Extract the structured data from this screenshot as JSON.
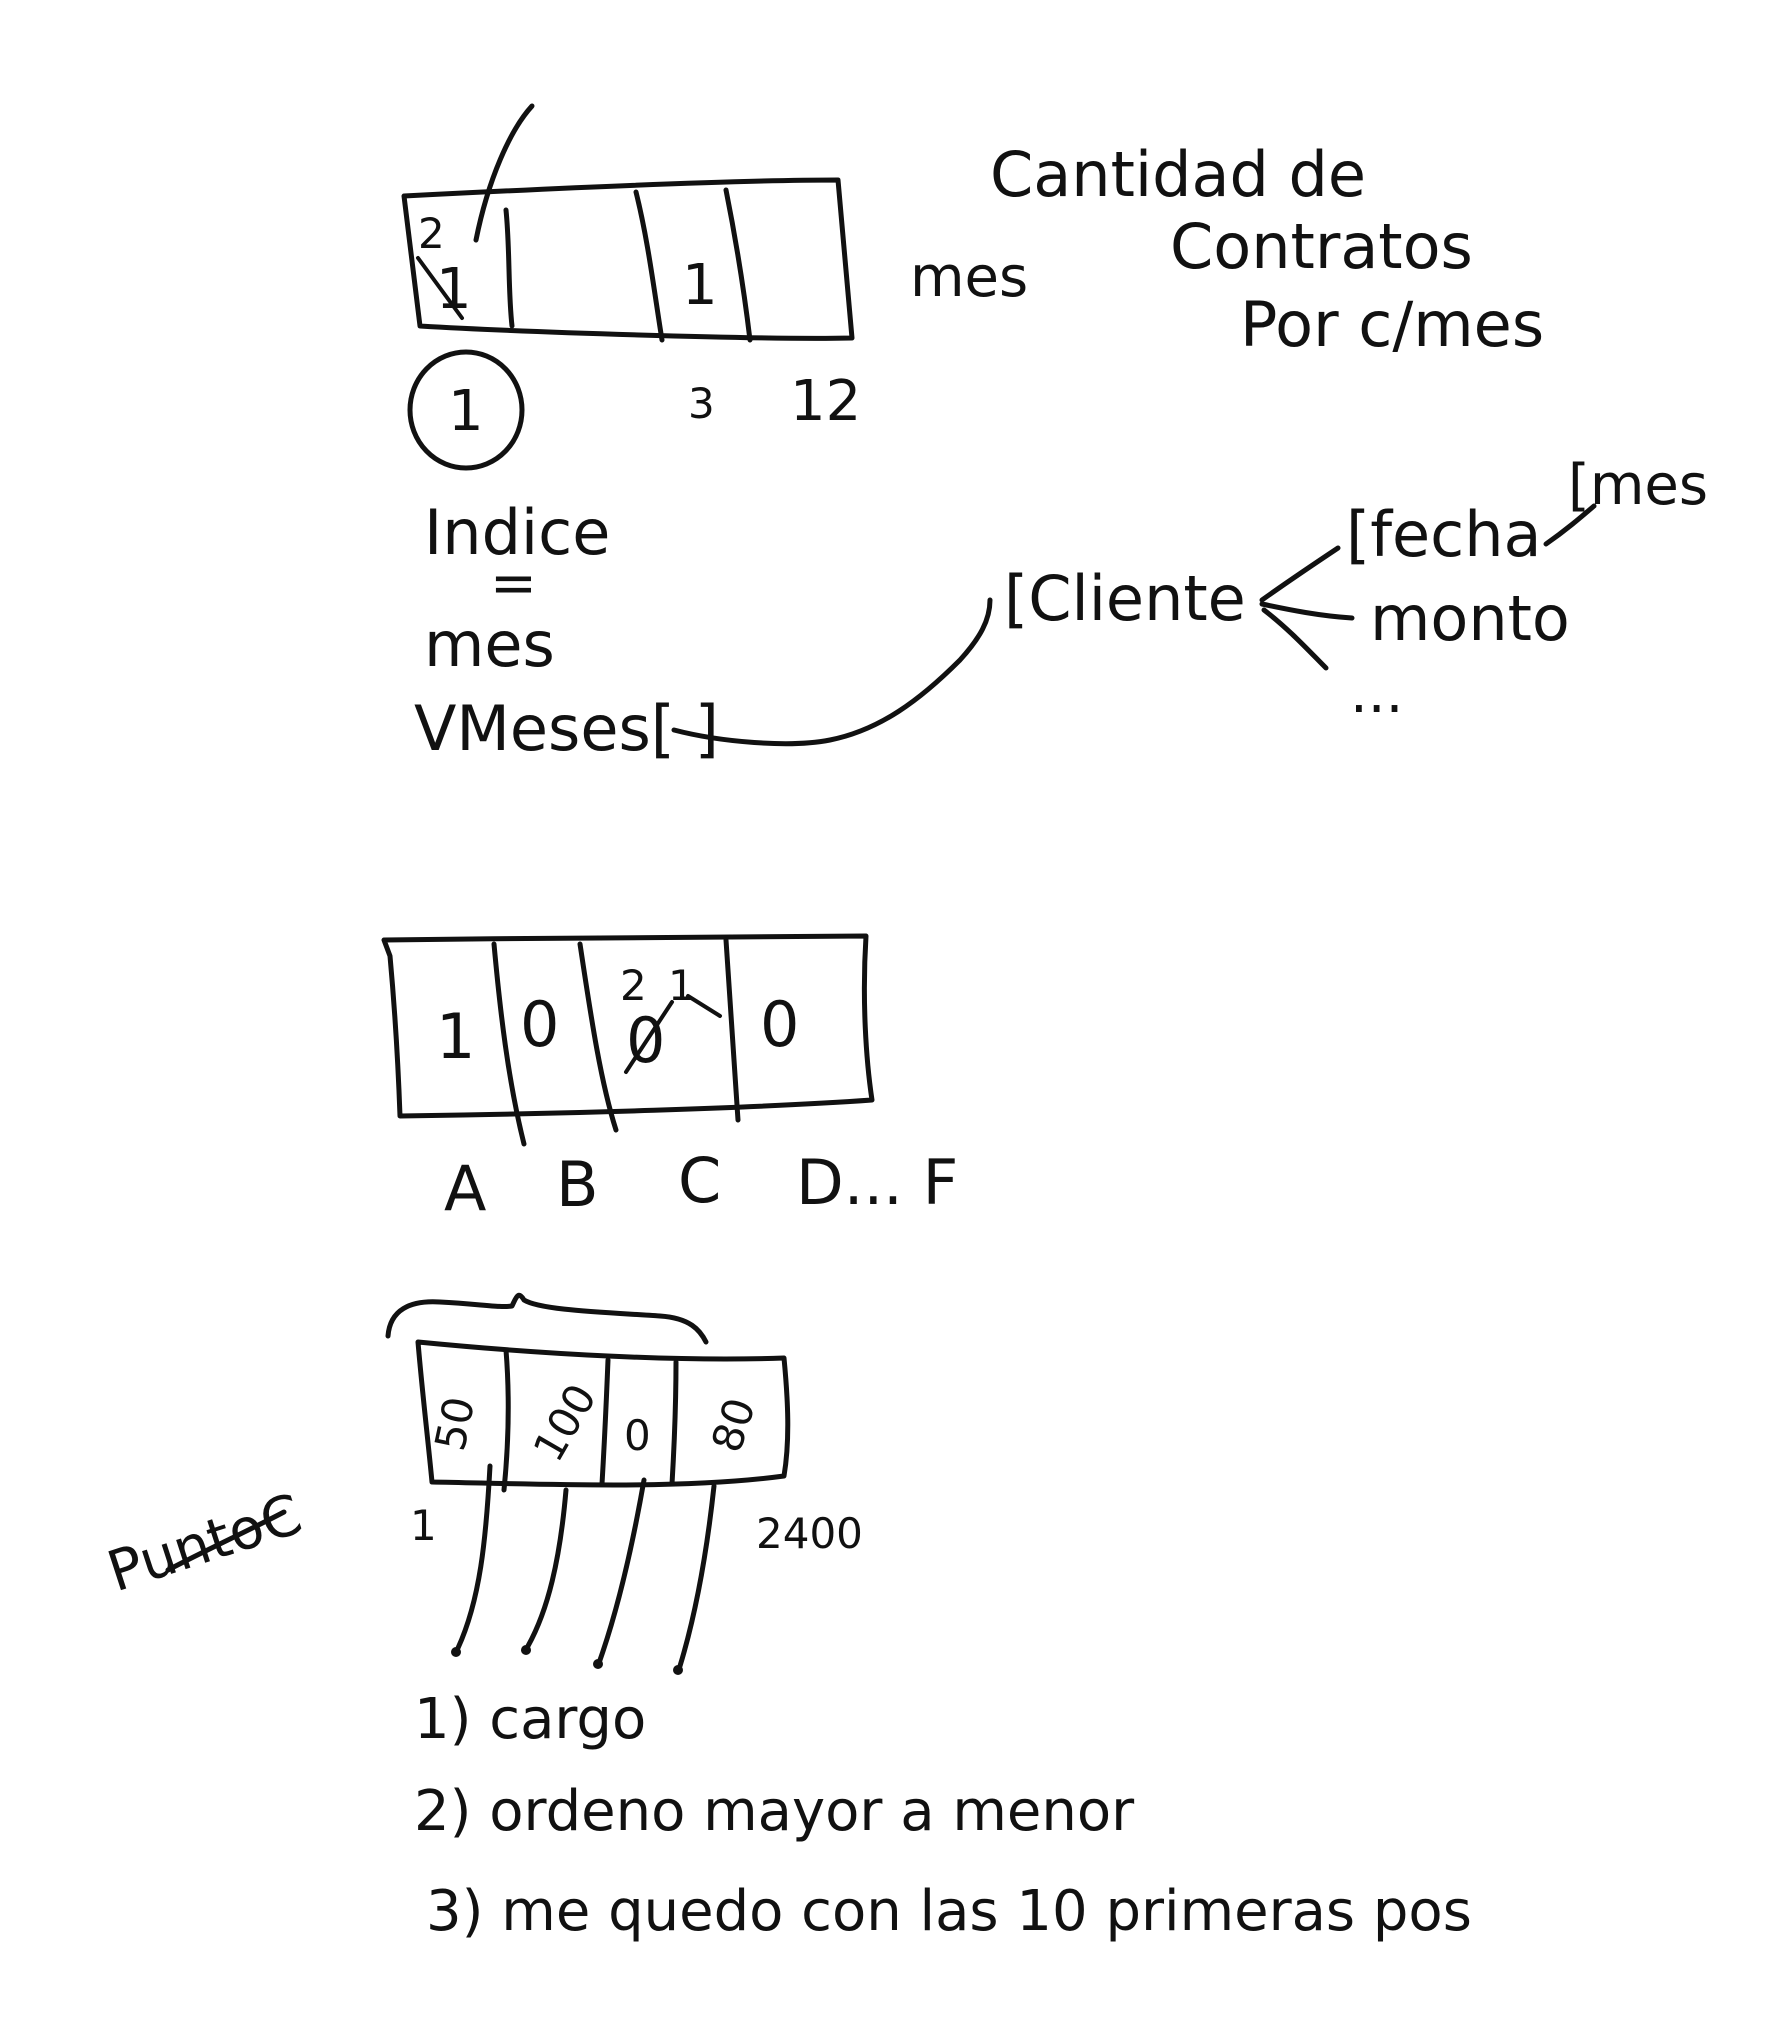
{
  "colors": {
    "paper": "#ffffff",
    "ink": "#111111"
  },
  "section1": {
    "title_lines": [
      "Cantidad de",
      "Contratos",
      "Por c/mes"
    ],
    "array_label": "mes",
    "cells": [
      "2",
      "1",
      "",
      "1",
      ""
    ],
    "crossed_value": "1",
    "cell_new_value": "2",
    "cell_third_value": "1",
    "index_labels": {
      "first": "1",
      "third": "3",
      "last": "12"
    },
    "notes": [
      "Indice",
      "=",
      "mes",
      "VMeses[ ]"
    ],
    "cliente": "[Cliente",
    "cliente_fields": [
      "[fecha",
      "monto",
      "..."
    ],
    "fecha_sub": "[mes"
  },
  "section2": {
    "cells": [
      "1",
      "0",
      "0",
      "0"
    ],
    "crossed_c": {
      "struck": "0",
      "struck2": "1",
      "new": "2"
    },
    "labels": [
      "A",
      "B",
      "C",
      "D... F"
    ]
  },
  "section3": {
    "side_label": "PuntoC",
    "cells": [
      "50",
      "100",
      "0",
      "80"
    ],
    "range_start": "1",
    "range_end": "2400",
    "steps": [
      "1) cargo",
      "2) ordeno mayor a menor",
      "3) me quedo con las 10 primeras pos"
    ]
  }
}
